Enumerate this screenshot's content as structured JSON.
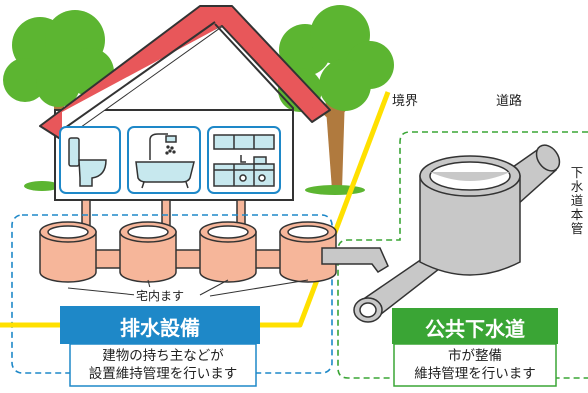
{
  "labels": {
    "boundary": "境界",
    "road": "道路",
    "in_house_basin": "宅内ます",
    "main_sewer": "下水道本管"
  },
  "private_box": {
    "title": "排水設備",
    "line1": "建物の持ち主などが",
    "line2": "設置維持管理を行います"
  },
  "public_box": {
    "title": "公共下水道",
    "line1": "市が整備",
    "line2": "維持管理を行います"
  },
  "colors": {
    "roof": "#e8575a",
    "tree_green": "#5cb531",
    "trunk": "#b07a3e",
    "private_blue": "#1e88c8",
    "public_green": "#3aa535",
    "boundary_yellow": "#ffe000",
    "basin_pink": "#f6b69a",
    "pipe_gray": "#c8c8c8",
    "fixture_cyan": "#c7e8ee"
  },
  "icons": [
    "toilet-icon",
    "bathtub-shower-icon",
    "kitchen-icon"
  ]
}
